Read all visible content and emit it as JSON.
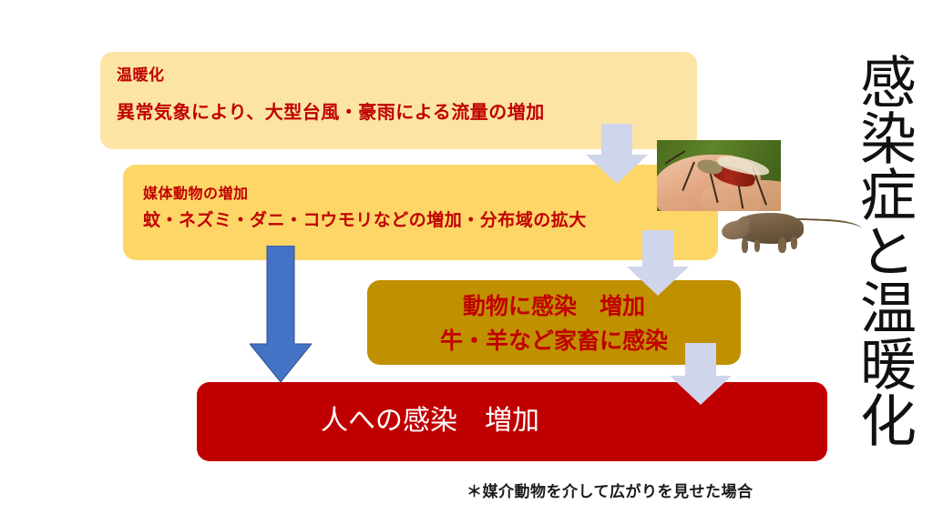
{
  "slide": {
    "vertical_title": "感染症と温暖化",
    "footnote": "＊媒介動物を介して広がりを見せた場合",
    "background_color": "#FFFFFF"
  },
  "boxes": {
    "warming": {
      "title": "温暖化",
      "body": "異常気象により、大型台風・豪雨による流量の増加",
      "fill_color": "#FCE5A4",
      "text_color": "#C00000"
    },
    "vector_animals": {
      "title": "媒体動物の増加",
      "body": "蚊・ネズミ・ダニ・コウモリなどの増加・分布域の拡大",
      "fill_color": "#FCD667",
      "text_color": "#C00000"
    },
    "animal_infection": {
      "line1": "動物に感染　増加",
      "line2": "牛・羊など家畜に感染",
      "fill_color": "#BF9000",
      "text_color": "#C00000"
    },
    "human_infection": {
      "line1": "人への感染　増加",
      "fill_color": "#C00000",
      "text_color": "#FFFFFF"
    }
  },
  "arrows": [
    {
      "name": "arrow-warming-to-vector",
      "color": "#CFD5EA"
    },
    {
      "name": "arrow-vector-to-animal",
      "color": "#CFD5EA"
    },
    {
      "name": "arrow-animal-to-human",
      "color": "#CFD5EA"
    },
    {
      "name": "arrow-vector-to-human",
      "color": "#4472C4"
    }
  ],
  "photos": [
    {
      "name": "mosquito-photo",
      "caption": "蚊"
    },
    {
      "name": "rat-photo",
      "caption": "ネズミ"
    }
  ]
}
